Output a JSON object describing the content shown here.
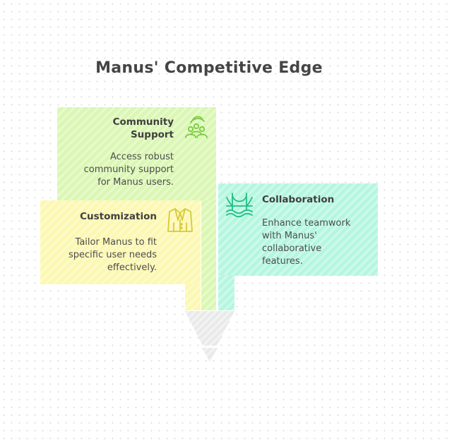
{
  "title": "Manus' Competitive Edge",
  "cards": {
    "community": {
      "heading_line1": "Community",
      "heading_line2": "Support",
      "text_line1": "Access robust",
      "text_line2": "community support",
      "text_line3": "for Manus users.",
      "icon": "community-icon",
      "color": "#daf7b3",
      "icon_color": "#7ac943"
    },
    "customization": {
      "heading": "Customization",
      "text_line1": "Tailor Manus to fit",
      "text_line2": "specific user needs",
      "text_line3": "effectively.",
      "icon": "suit-jacket-icon",
      "color": "#fcf8b0",
      "icon_color": "#d6c93a"
    },
    "collaboration": {
      "heading": "Collaboration",
      "text_line1": "Enhance teamwork",
      "text_line2": "with Manus'",
      "text_line3": "collaborative",
      "text_line4": "features.",
      "icon": "bridge-icon",
      "color": "#b5f6e0",
      "icon_color": "#1fbf84"
    }
  }
}
